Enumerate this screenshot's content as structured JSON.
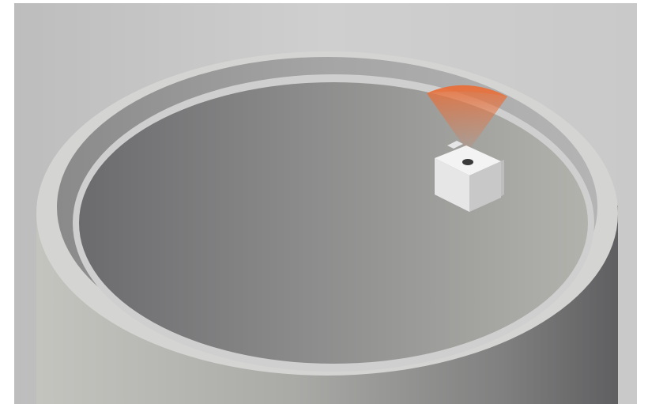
{
  "scene": {
    "objects": [
      "cylindrical-tank",
      "tank-interior-floor",
      "sensor-device",
      "sensor-beam-cone"
    ],
    "colors": {
      "background": "#ffffff",
      "backdrop_light": "#d2d2d2",
      "backdrop_dark": "#b4b4b4",
      "tank_wall_light": "#bdbdb8",
      "tank_wall_dark": "#6e6e6e",
      "rim": "#d6d6d6",
      "interior_light": "#b0b0ab",
      "interior_dark": "#6a6a6c",
      "sensor_body": "#f2f2f2",
      "beam": "#e8703a"
    }
  }
}
